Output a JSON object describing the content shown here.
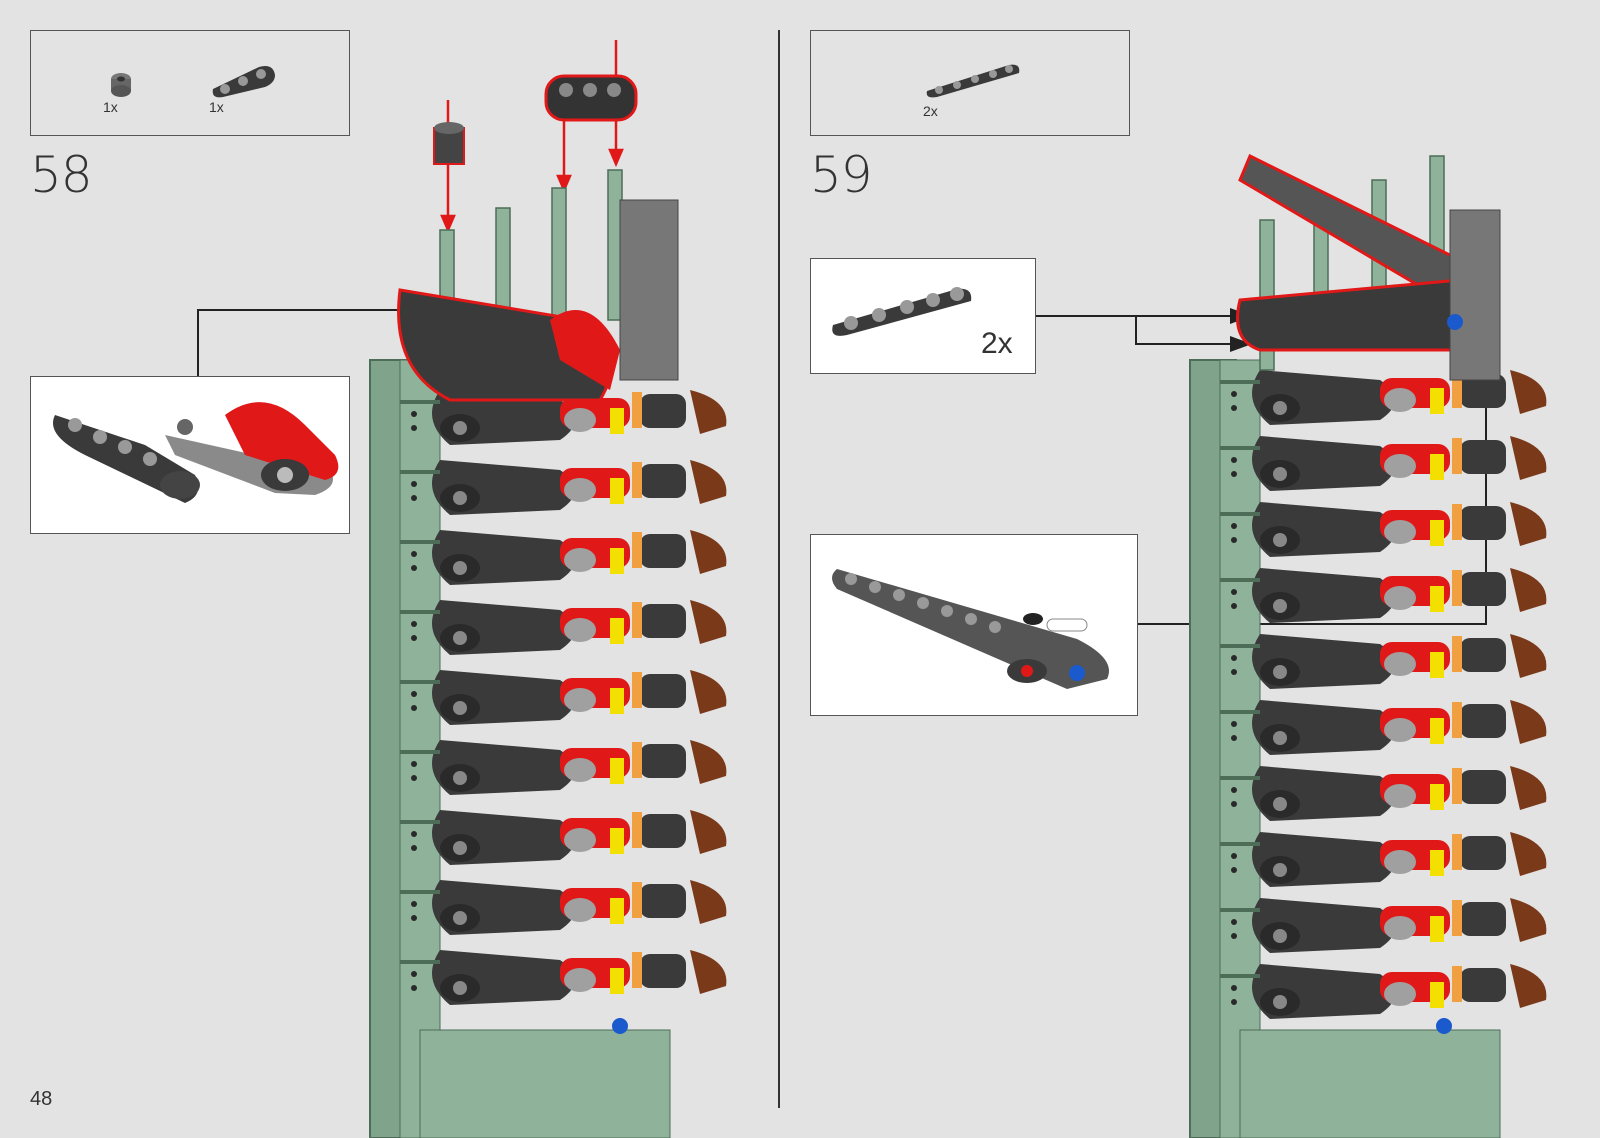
{
  "page": {
    "number": "48"
  },
  "steps": [
    {
      "number": "58",
      "parts": [
        {
          "name": "bush-icon",
          "qty": "1x"
        },
        {
          "name": "liftarm-3-icon",
          "qty": "1x"
        }
      ]
    },
    {
      "number": "59",
      "parts": [
        {
          "name": "liftarm-5-thin-icon",
          "qty": "2x"
        }
      ],
      "callout_qty": "2x"
    }
  ],
  "colors": {
    "background": "#e3e3e3",
    "sand_green": "#7fa48b",
    "dark_gray": "#3a3a3a",
    "light_gray": "#9a9a9a",
    "red": "#e01818",
    "yellow": "#f4e000",
    "orange": "#f0a040",
    "brown": "#7a3a1a",
    "blue": "#1a5acc"
  }
}
